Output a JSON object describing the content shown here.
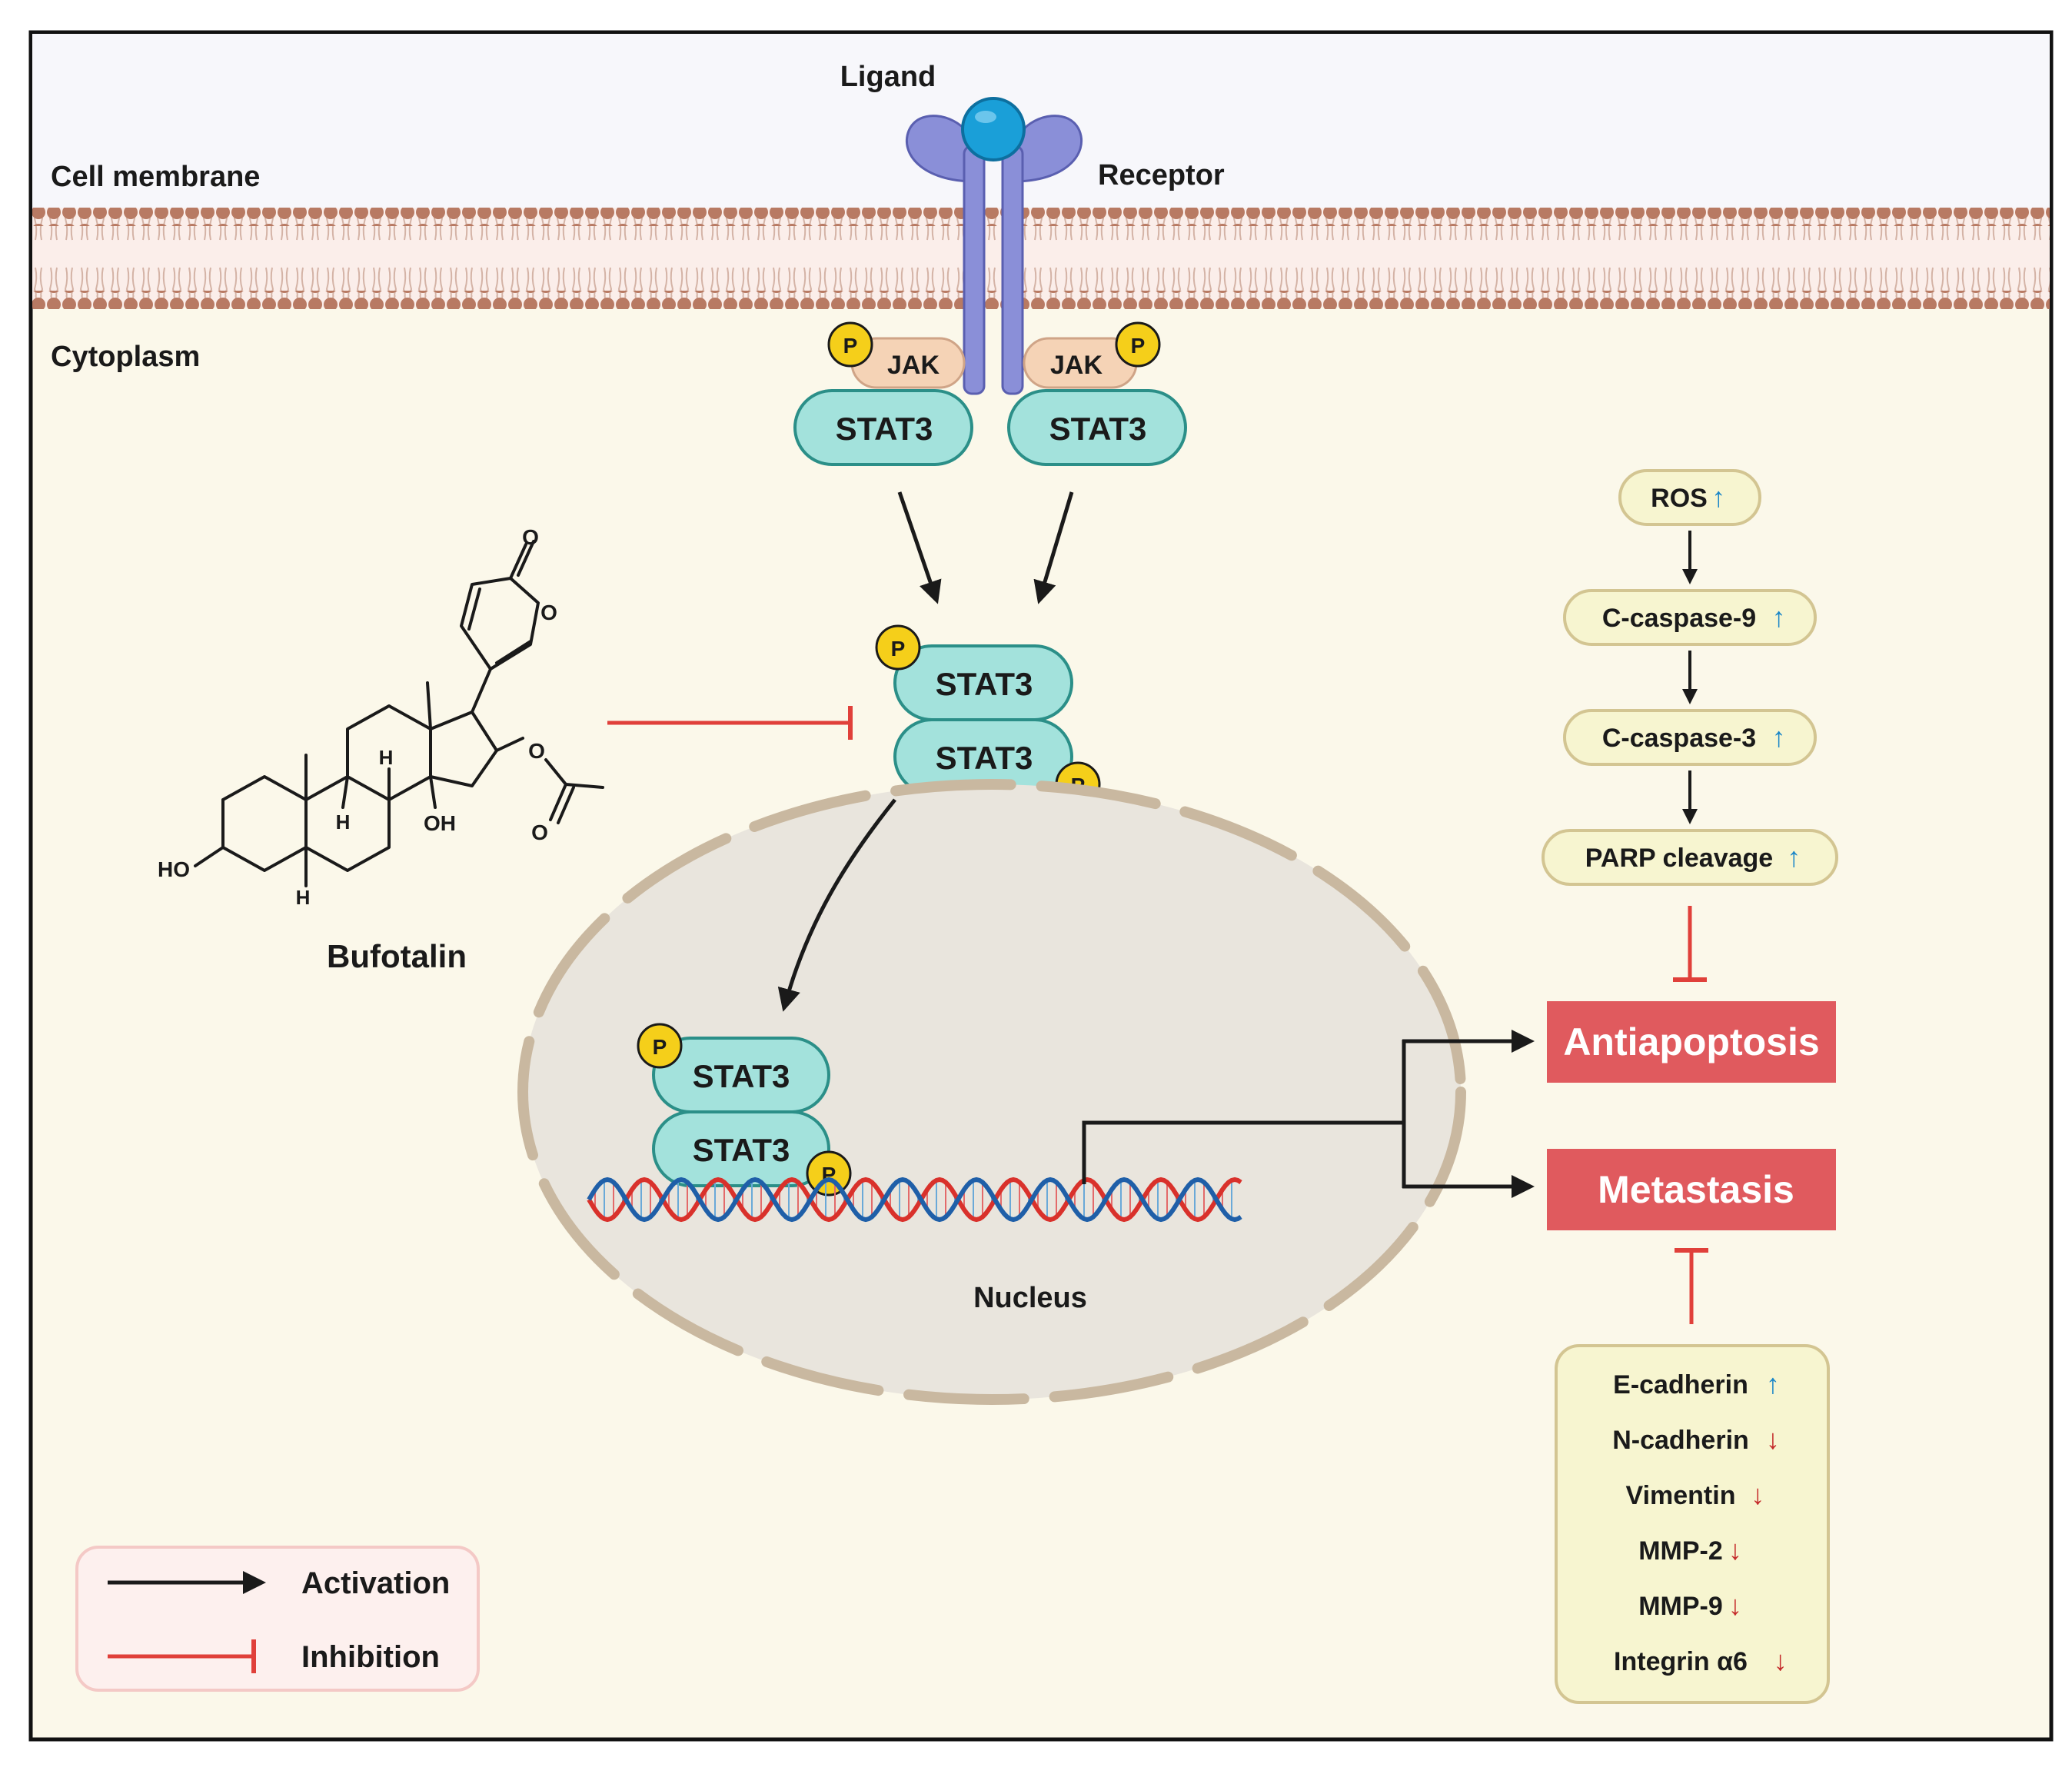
{
  "labels": {
    "cell_membrane": "Cell membrane",
    "cytoplasm": "Cytoplasm",
    "ligand": "Ligand",
    "receptor": "Receptor",
    "nucleus": "Nucleus",
    "compound": "Bufotalin"
  },
  "proteins": {
    "jak": "JAK",
    "stat3": "STAT3",
    "phospho": "P"
  },
  "molecule_atoms": {
    "carbonyl_o": "O",
    "ring_o": "O",
    "ester_o": "O",
    "acetyl_o": "O",
    "hydroxyl_left": "HO",
    "hydroxyl_c14": "OH",
    "h_c8": "H",
    "h_c9": "H",
    "h_c5": "H"
  },
  "apoptosis_cascade": [
    {
      "label": "ROS",
      "direction": "up"
    },
    {
      "label": "C-caspase-9",
      "direction": "up"
    },
    {
      "label": "C-caspase-3",
      "direction": "up"
    },
    {
      "label": "PARP cleavage",
      "direction": "up"
    }
  ],
  "outcomes": {
    "antiapoptosis": "Antiapoptosis",
    "metastasis": "Metastasis"
  },
  "metastasis_markers": [
    {
      "label": "E-cadherin",
      "direction": "up"
    },
    {
      "label": "N-cadherin",
      "direction": "down"
    },
    {
      "label": "Vimentin",
      "direction": "down"
    },
    {
      "label": "MMP-2",
      "direction": "down"
    },
    {
      "label": "MMP-9",
      "direction": "down"
    },
    {
      "label": "Integrin α6",
      "direction": "down"
    }
  ],
  "legend": {
    "activation": "Activation",
    "inhibition": "Inhibition"
  },
  "arrow_glyphs": {
    "up": "↑",
    "down": "↓"
  },
  "colors": {
    "up_arrow": "#1a86c8",
    "down_arrow": "#c42a2a",
    "inhibition": "#e0403a",
    "outcome_box": "#e05a5e",
    "stat3_fill": "#a3e2dc",
    "stat3_stroke": "#2b8f88",
    "phospho_fill": "#f5cf1a",
    "receptor": "#8a8fd8",
    "ligand": "#1a9fd8",
    "membrane_head": "#b87a63",
    "cytoplasm": "#fbf8ea",
    "nucleus": "#e9e5dd"
  }
}
